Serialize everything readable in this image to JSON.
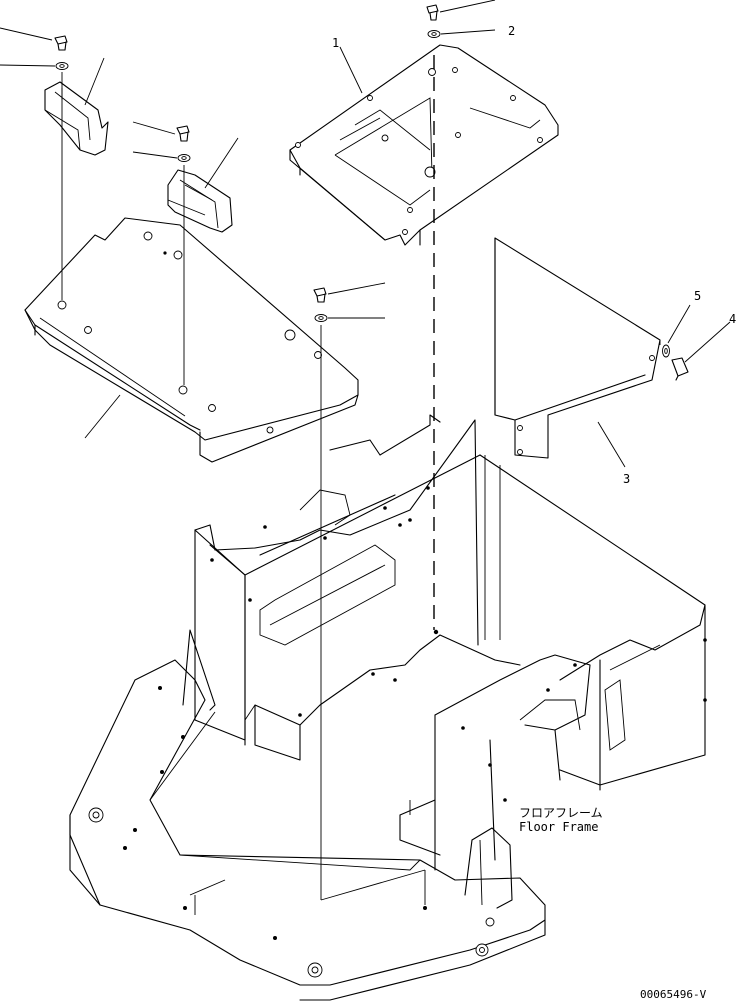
{
  "drawing": {
    "part_numbers": [
      {
        "id": "p1",
        "label": "1"
      },
      {
        "id": "p2",
        "label": "2"
      },
      {
        "id": "p3",
        "label": "3"
      },
      {
        "id": "p4",
        "label": "4"
      },
      {
        "id": "p5",
        "label": "5"
      }
    ],
    "assembly_label_jp": "フロアフレーム",
    "assembly_label_en": "Floor Frame",
    "drawing_code": "00065496-V"
  }
}
